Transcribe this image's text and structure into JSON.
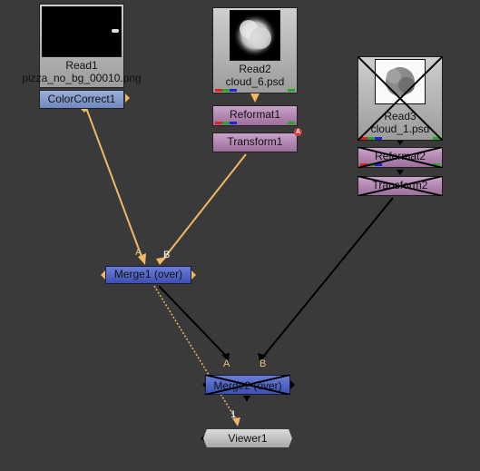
{
  "nodes": {
    "read1": {
      "name": "Read1",
      "file": "pizza_no_bg_00010.png"
    },
    "colorcorrect1": {
      "label": "ColorCorrect1"
    },
    "read2": {
      "name": "Read2",
      "file": "cloud_6.psd"
    },
    "reformat1": {
      "label": "Reformat1"
    },
    "transform1": {
      "label": "Transform1"
    },
    "read3": {
      "name": "Read3",
      "file": "cloud_1.psd"
    },
    "reformat2": {
      "label": "Reformat2"
    },
    "transform2": {
      "label": "Transform2"
    },
    "merge1": {
      "label": "Merge1 (over)",
      "input_a": "A",
      "input_b": "B"
    },
    "merge2": {
      "label": "Merge2 (over)",
      "input_a": "A",
      "input_b": "B"
    },
    "viewer1": {
      "label": "Viewer1",
      "input": "1"
    }
  },
  "badges": {
    "transform1_badge": "A"
  },
  "colors": {
    "background": "#3a3a3a",
    "pipe_selected": "#f0b860",
    "pipe_normal": "#000000",
    "disabled_cross": "#000000"
  },
  "disabled_nodes": [
    "read3",
    "reformat2",
    "transform2",
    "merge2"
  ]
}
